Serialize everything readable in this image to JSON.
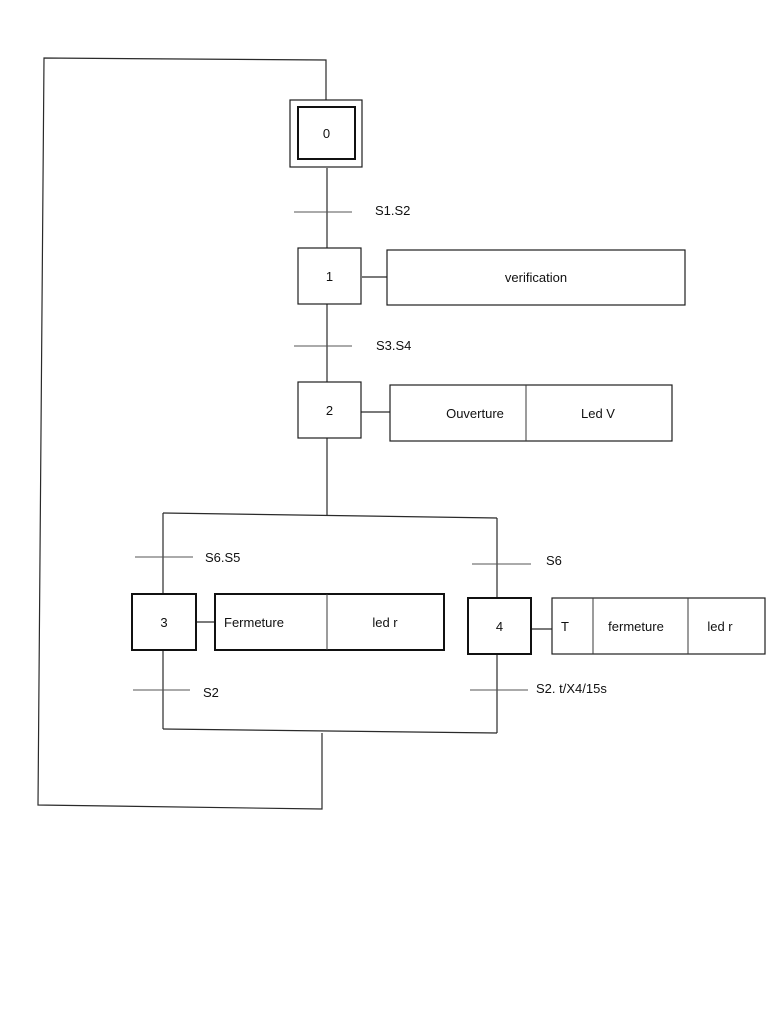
{
  "steps": {
    "s0": "0",
    "s1": "1",
    "s2": "2",
    "s3": "3",
    "s4": "4"
  },
  "transitions": {
    "t01": "S1.S2",
    "t12": "S3.S4",
    "t23": "S6.S5",
    "t24": "S6",
    "t3": "S2",
    "t4": "S2. t/X4/15s"
  },
  "actions": {
    "a1": "verification",
    "a2": [
      "Ouverture",
      "Led V"
    ],
    "a3": [
      "Fermeture",
      "led r"
    ],
    "a4": [
      "T",
      "fermeture",
      "led r"
    ]
  },
  "colors": {
    "line": "#2a2a2a",
    "background": "#ffffff"
  }
}
